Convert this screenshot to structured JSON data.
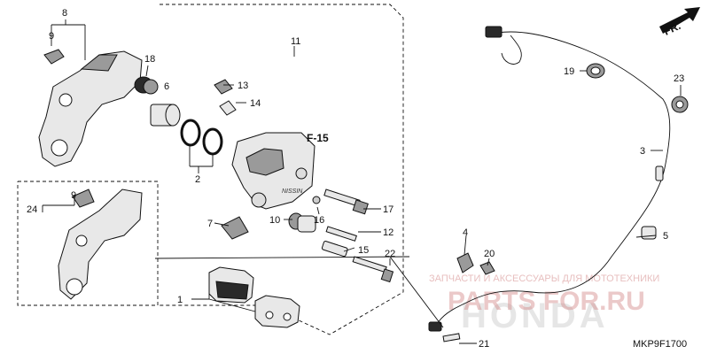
{
  "diagram": {
    "callouts": {
      "c1": "1",
      "c2": "2",
      "c3": "3",
      "c4": "4",
      "c5": "5",
      "c6": "6",
      "c7": "7",
      "c8": "8",
      "c9a": "9",
      "c9b": "9",
      "c10": "10",
      "c11": "11",
      "c12": "12",
      "c13": "13",
      "c14": "14",
      "c15": "15",
      "c16": "16",
      "c17": "17",
      "c18": "18",
      "c19": "19",
      "c20": "20",
      "c21": "21",
      "c22": "22",
      "c23": "23",
      "c24": "24"
    },
    "ref_label": "F-15",
    "front_arrow": "FR.",
    "diagram_code": "MKP9F1700",
    "caliper_brand": "NISSIN"
  },
  "watermark": {
    "line1": "ЗАПЧАСТИ И АКСЕССУАРЫ ДЛЯ МОТОТЕХНИКИ",
    "line2": "PARTS FOR.RU",
    "line3": "HONDA"
  }
}
